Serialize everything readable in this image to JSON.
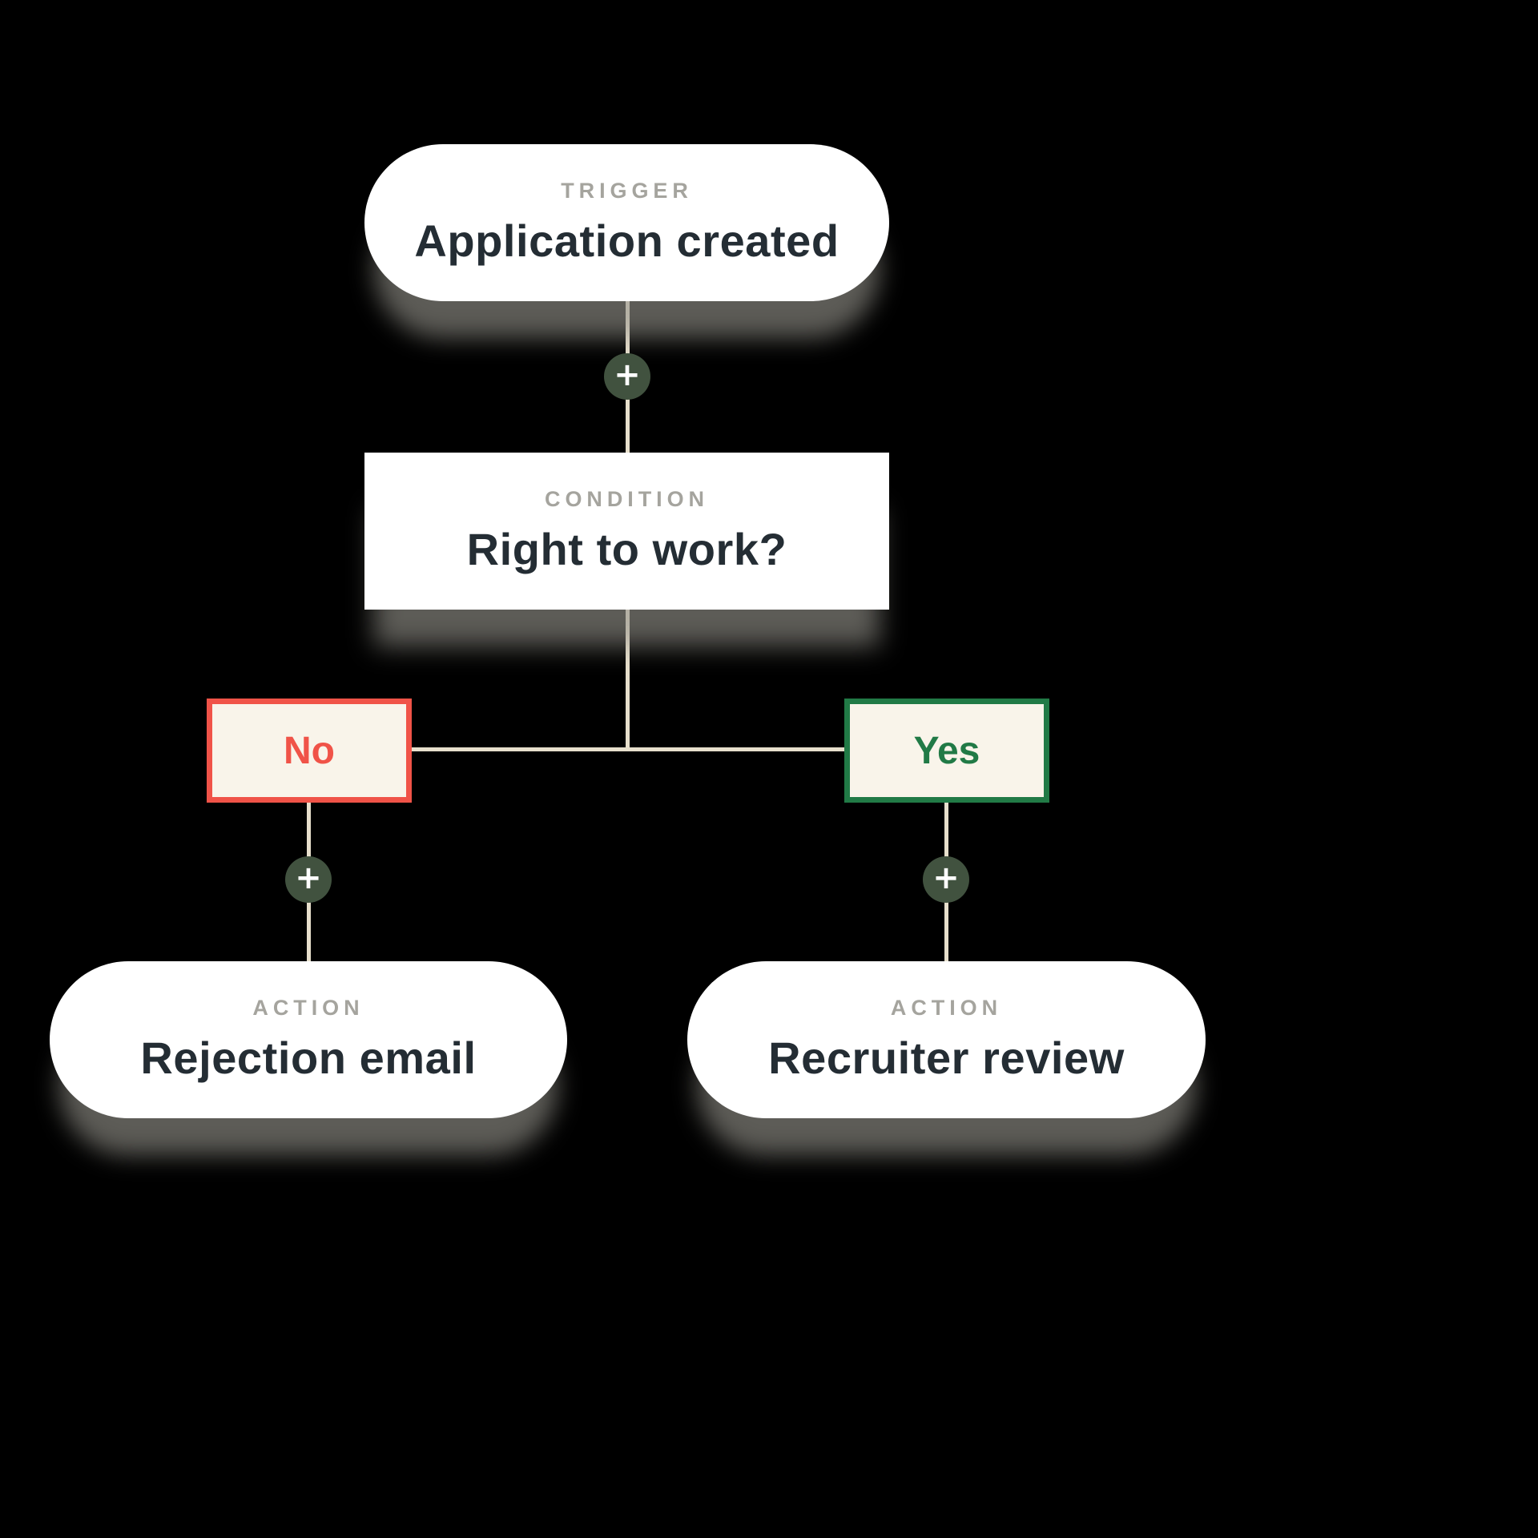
{
  "plus_glyph": "+",
  "colors": {
    "background": "#000000",
    "card_bg": "#ffffff",
    "connector": "#e7dfcc",
    "plus_bg": "#41523f",
    "plus_fg": "#ffffff",
    "kicker": "#a5a49e",
    "title": "#242d34",
    "no_accent": "#f05348",
    "yes_accent": "#217a46",
    "branch_bg": "#f9f4ea"
  },
  "nodes": {
    "trigger": {
      "type": "TRIGGER",
      "title": "Application created"
    },
    "condition": {
      "type": "CONDITION",
      "title": "Right to work?"
    },
    "action_left": {
      "type": "ACTION",
      "title": "Rejection email"
    },
    "action_right": {
      "type": "ACTION",
      "title": "Recruiter review"
    }
  },
  "branches": {
    "no": {
      "label": "No"
    },
    "yes": {
      "label": "Yes"
    }
  }
}
